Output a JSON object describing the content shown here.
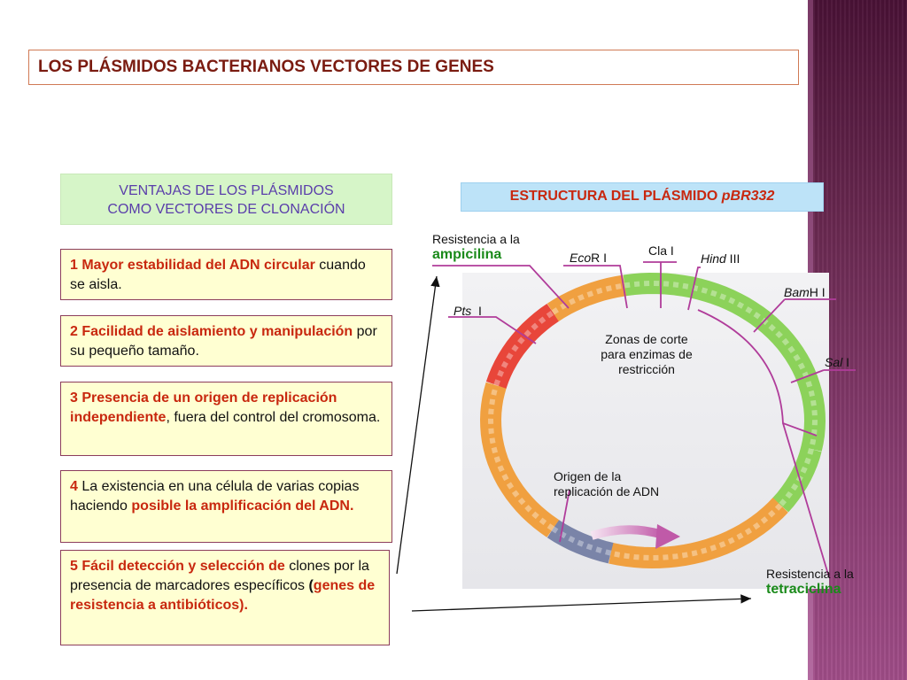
{
  "title": "LOS PLÁSMIDOS BACTERIANOS VECTORES DE GENES",
  "ventajas_header": [
    "VENTAJAS DE LOS PLÁSMIDOS",
    "COMO VECTORES DE CLONACIÓN"
  ],
  "cards": [
    {
      "parts": [
        {
          "t": "1 Mayor estabilidad del ADN circular",
          "style": "red"
        },
        {
          "t": " cuando se aisla.",
          "style": ""
        }
      ]
    },
    {
      "parts": [
        {
          "t": "2 Facilidad de aislamiento y manipulación",
          "style": "red"
        },
        {
          "t": " por su pequeño tamaño.",
          "style": ""
        }
      ]
    },
    {
      "parts": [
        {
          "t": "3 Presencia de un origen de replicación independiente",
          "style": "red"
        },
        {
          "t": ", fuera del control del cromosoma.",
          "style": ""
        }
      ]
    },
    {
      "parts": [
        {
          "t": "4",
          "style": "red"
        },
        {
          "t": " La existencia en una célula de varias copias haciendo ",
          "style": ""
        },
        {
          "t": "posible la amplificación del ADN.",
          "style": "red"
        }
      ]
    },
    {
      "parts": [
        {
          "t": "5 Fácil detección y selección de",
          "style": "red"
        },
        {
          "t": " clones por la presencia de marcadores específicos ",
          "style": ""
        },
        {
          "t": "(",
          "style": "bold"
        },
        {
          "t": "genes de resistencia a antibióticos).",
          "style": "red"
        }
      ]
    }
  ],
  "estructura_header": {
    "text": "ESTRUCTURA DEL PLÁSMIDO ",
    "italic": "pBR332"
  },
  "diagram": {
    "amp_label": "Resistencia a la",
    "amp_name": "ampicilina",
    "tet_label": "Resistencia a la",
    "tet_name": "tetraciclina",
    "zonas": [
      "Zonas de corte",
      "para enzimas de",
      "restricción"
    ],
    "origen": [
      "Origen de la",
      "replicación de ADN"
    ],
    "sites": {
      "pts": {
        "italic": "Pts",
        "rest": "  I"
      },
      "eco": {
        "italic": "Eco",
        "rest": "R I"
      },
      "cla": {
        "italic": "",
        "rest": "Cla I"
      },
      "hind": {
        "italic": "Hind",
        "rest": " III"
      },
      "bam": {
        "italic": "Bam",
        "rest": "H I"
      },
      "sal": {
        "italic": "Sal",
        "rest": " I"
      }
    },
    "colors": {
      "orange": "#f0a040",
      "green": "#8cd25a",
      "red": "#e8463a",
      "blue": "#7a84a8",
      "lines": "#b03c9a",
      "arrows": "#111111"
    }
  }
}
